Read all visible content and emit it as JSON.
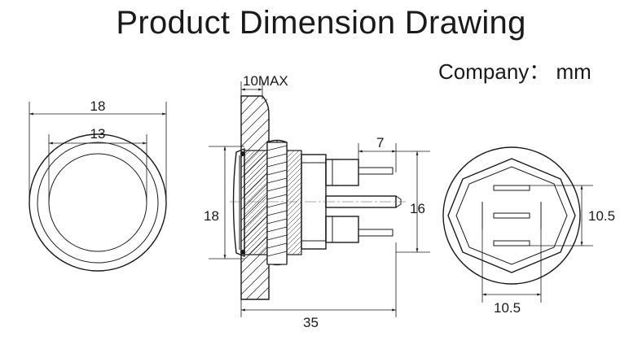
{
  "header": {
    "title": "Product Dimension Drawing",
    "unit_label": "Company： mm"
  },
  "front_view": {
    "outer_diameter": "18",
    "inner_diameter": "13"
  },
  "side_view": {
    "panel_thickness": "10MAX",
    "bezel_diameter": "18",
    "terminal_length": "7",
    "body_diameter": "16",
    "total_length": "35"
  },
  "rear_view": {
    "terminal_height": "10.5",
    "terminal_width": "10.5"
  }
}
